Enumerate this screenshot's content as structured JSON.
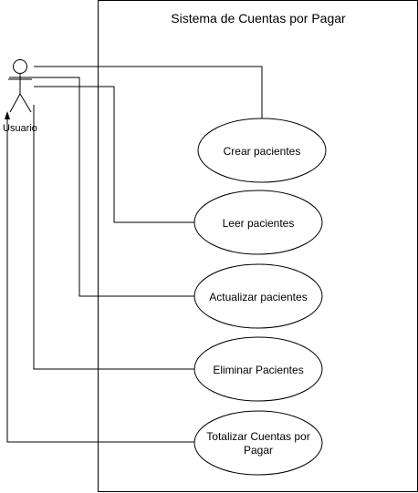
{
  "diagram": {
    "system_title": "Sistema de Cuentas por Pagar",
    "actor": {
      "name": "Usuario"
    },
    "use_cases": [
      {
        "id": "crear",
        "lines": [
          "Crear pacientes"
        ]
      },
      {
        "id": "leer",
        "lines": [
          "Leer pacientes"
        ]
      },
      {
        "id": "actualizar",
        "lines": [
          "Actualizar pacientes"
        ]
      },
      {
        "id": "eliminar",
        "lines": [
          "Eliminar Pacientes"
        ]
      },
      {
        "id": "totalizar",
        "lines": [
          "Totalizar Cuentas por",
          "Pagar"
        ]
      }
    ],
    "colors": {
      "stroke": "#000000",
      "background": "#ffffff"
    }
  }
}
